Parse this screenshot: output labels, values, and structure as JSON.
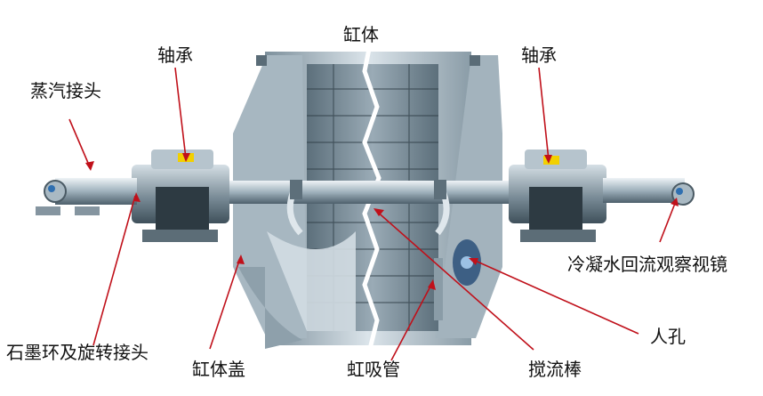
{
  "labels": {
    "cylinder": "缸体",
    "bearing_left": "轴承",
    "bearing_right": "轴承",
    "steam_joint": "蒸汽接头",
    "graphite_ring": "石墨环及旋转接头",
    "cylinder_cover": "缸体盖",
    "siphon": "虹吸管",
    "spoiler_bar": "搅流棒",
    "manhole": "人孔",
    "sight_glass": "冷凝水回流观察视镜"
  },
  "colors": {
    "leader_line": "#c0101a",
    "label_text": "#111111",
    "metal_dark": "#4d5f6b",
    "metal_light": "#c9d6de",
    "bearing_yellow": "#f2d000",
    "sight_glass_blue": "#2f6fb0"
  }
}
